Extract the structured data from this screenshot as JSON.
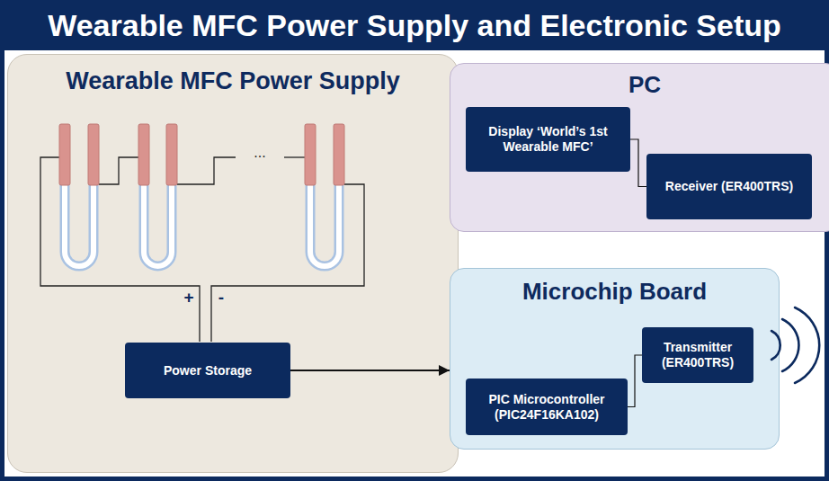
{
  "diagram": {
    "title": "Wearable MFC Power Supply and Electronic Setup",
    "nodes": [
      {
        "text": [
          "Wearable MFC Power Supply"
        ]
      },
      {
        "text": [
          "Power Storage"
        ],
        "in": 0
      },
      {
        "text": [
          "PC"
        ]
      },
      {
        "text": [
          "Display ‘World’s 1st Wearable MFC’"
        ],
        "in": 2
      },
      {
        "text": [
          "Receiver (ER400TRS)"
        ],
        "in": 2
      },
      {
        "text": [
          "Microchip Board"
        ]
      },
      {
        "text": [
          "PIC Microcontroller (PIC24F16KA102)"
        ],
        "in": 5
      },
      {
        "text": [
          "Transmitter (ER400TRS)"
        ],
        "in": 5
      }
    ],
    "edges": [
      {
        "from": 3,
        "to": 4,
        "arrow": "none"
      },
      {
        "from": 6,
        "to": 7,
        "arrow": "none"
      },
      {
        "from": 1,
        "to": 5,
        "arrow": "to"
      }
    ],
    "labels": [
      "+",
      "-",
      "..."
    ]
  }
}
